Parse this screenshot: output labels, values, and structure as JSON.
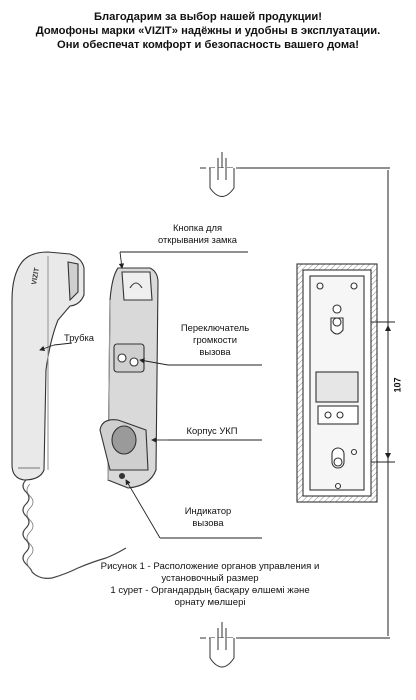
{
  "header": {
    "line1": "Благодарим за выбор нашей продукции!",
    "line2": "Домофоны марки «VIZIT» надёжны и удобны в эксплуатации.",
    "line3": "Они обеспечат комфорт и безопасность вашего дома!"
  },
  "labels": {
    "button_line1": "Кнопка для",
    "button_line2": "открывания замка",
    "handset": "Трубка",
    "switch_line1": "Переключатель",
    "switch_line2": "громкости",
    "switch_line3": "вызова",
    "body": "Корпус УКП",
    "indicator_line1": "Индикатор",
    "indicator_line2": "вызова",
    "brand": "VIZIT"
  },
  "dimension": {
    "value": "107"
  },
  "caption": {
    "line1": "Рисунок 1 - Расположение органов управления и",
    "line2": "установочный размер",
    "line3": "1 сурет - Органдардың басқару өлшемі және",
    "line4": "орнату мөлшері"
  }
}
